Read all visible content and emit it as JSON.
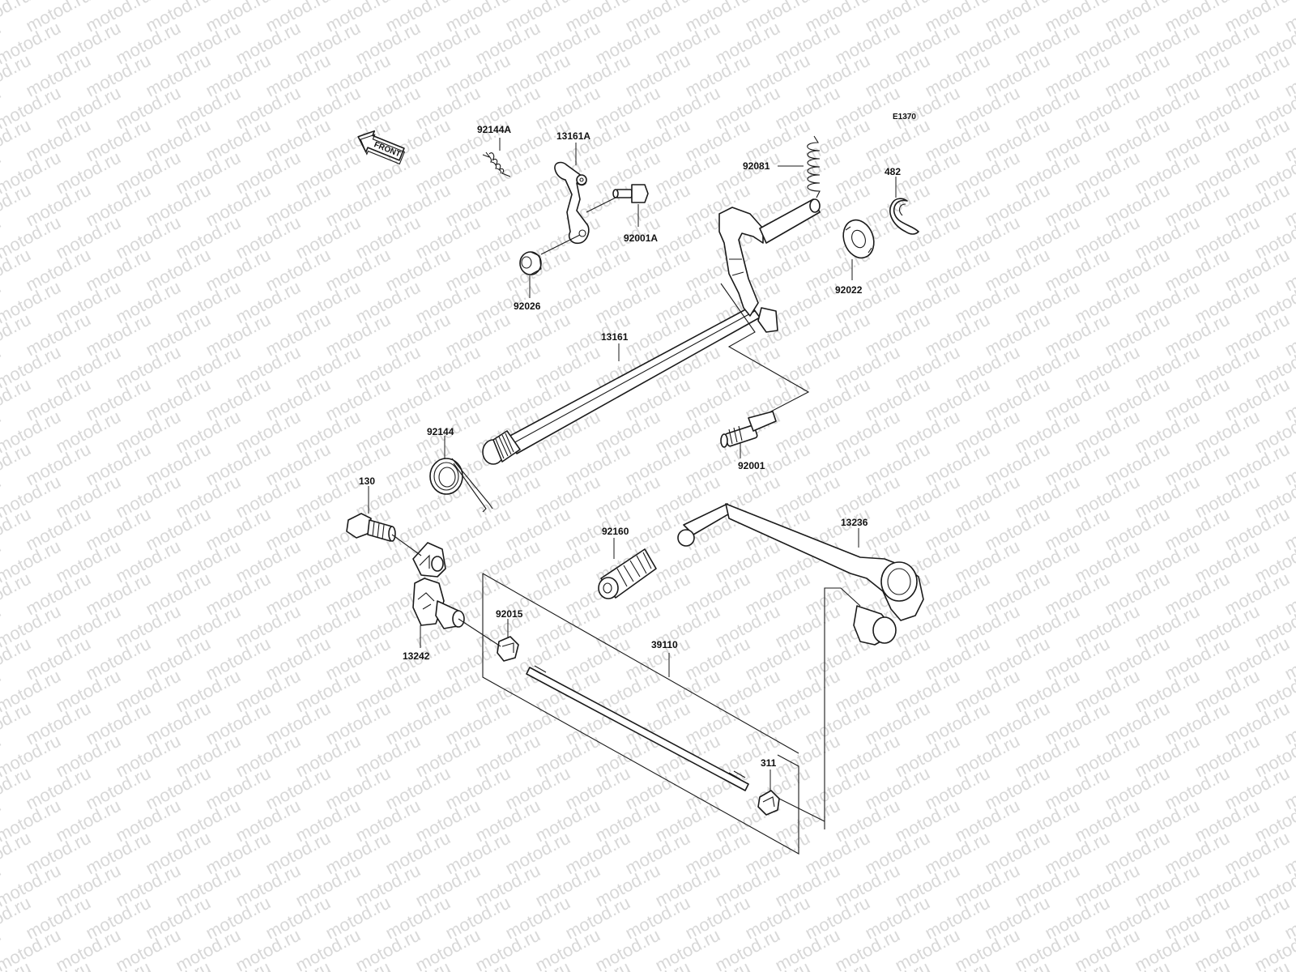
{
  "watermark": "motod.ru",
  "diagram_code": "E1370",
  "front_arrow_label": "FRONT",
  "parts": {
    "p92144A": "92144A",
    "p13161A": "13161A",
    "p92001A": "92001A",
    "p92026": "92026",
    "p92081": "92081",
    "p482": "482",
    "p92022": "92022",
    "p13161": "13161",
    "p92144": "92144",
    "p92001": "92001",
    "p130": "130",
    "p92160": "92160",
    "p13236": "13236",
    "p92015": "92015",
    "p13242": "13242",
    "p39110": "39110",
    "p311": "311"
  }
}
